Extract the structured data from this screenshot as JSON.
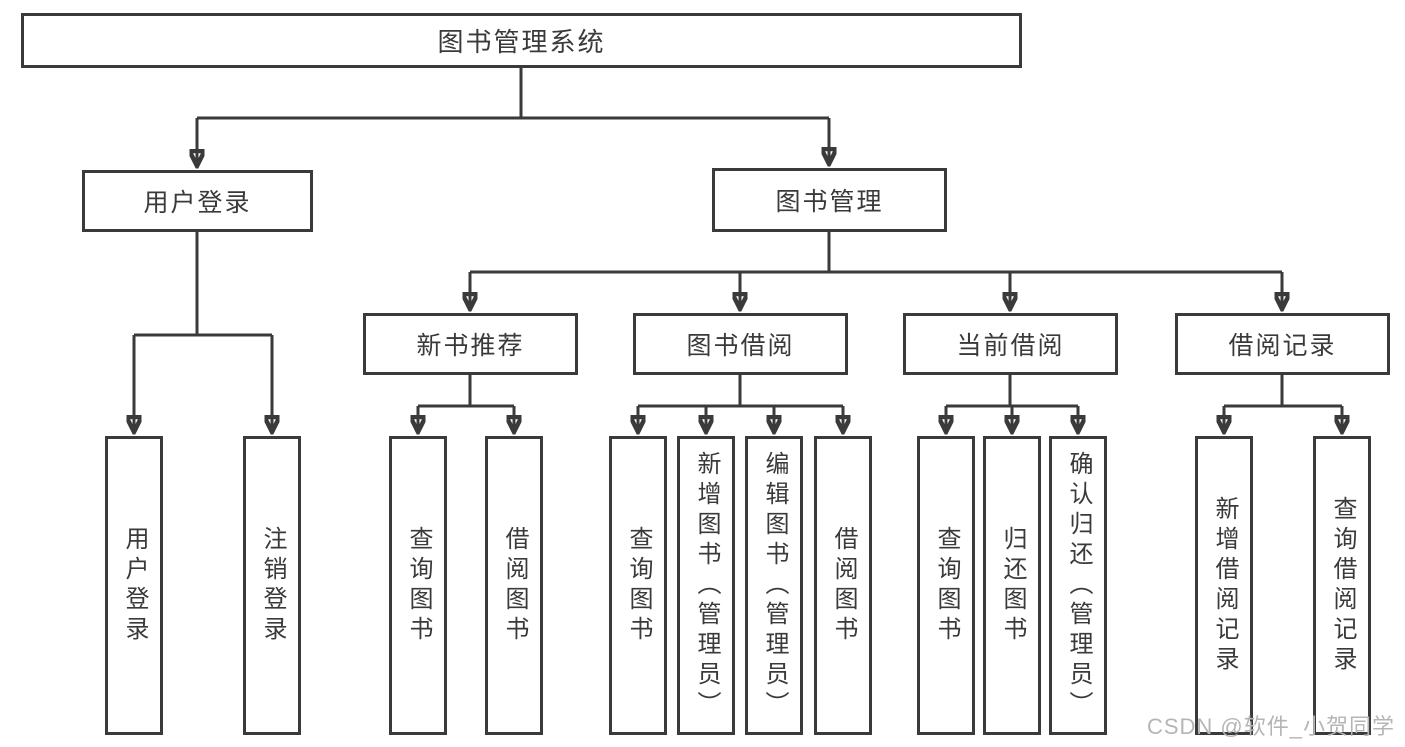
{
  "diagram": {
    "root": "图书管理系统",
    "level2": [
      {
        "label": "用户登录",
        "children": [
          "用户登录",
          "注销登录"
        ]
      },
      {
        "label": "图书管理",
        "sections": [
          {
            "label": "新书推荐",
            "children": [
              "查询图书",
              "借阅图书"
            ]
          },
          {
            "label": "图书借阅",
            "children": [
              "查询图书",
              "新增图书（管理员）",
              "编辑图书（管理员）",
              "借阅图书"
            ]
          },
          {
            "label": "当前借阅",
            "children": [
              "查询图书",
              "归还图书",
              "确认归还（管理员）"
            ]
          },
          {
            "label": "借阅记录",
            "children": [
              "新增借阅记录",
              "查询借阅记录"
            ]
          }
        ]
      }
    ],
    "watermark": "CSDN @软件_小贺同学",
    "colors": {
      "line": "#3a3a3a",
      "text": "#3a3a3a",
      "box_background": "#ffffff",
      "page_background": "#ffffff",
      "watermark": "#b5b5b5"
    }
  }
}
